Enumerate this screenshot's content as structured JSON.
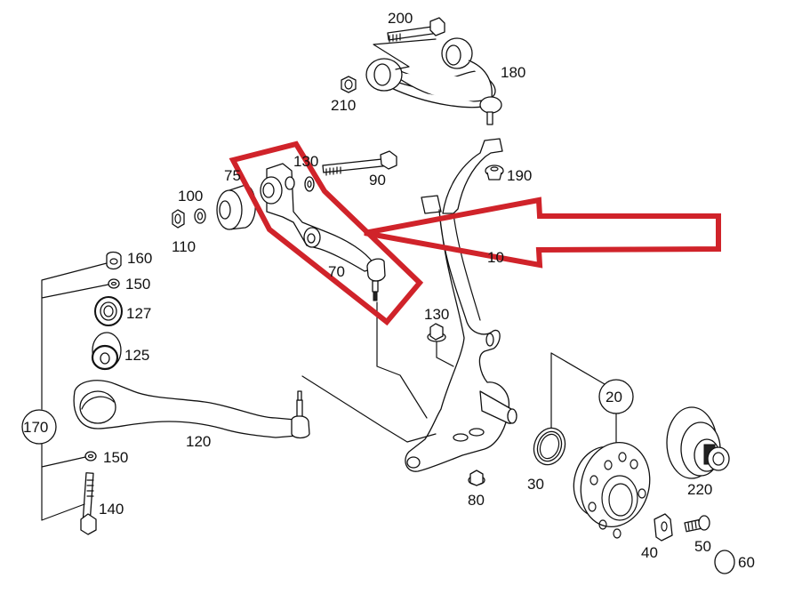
{
  "diagram": {
    "title": "Front suspension exploded parts diagram",
    "highlight_color": "#d0232a",
    "line_color": "#111111",
    "highlighted_part": "70",
    "parts": {
      "p10": "10",
      "p20": "20",
      "p30": "30",
      "p40": "40",
      "p50": "50",
      "p60": "60",
      "p70": "70",
      "p75": "75",
      "p80": "80",
      "p90": "90",
      "p100": "100",
      "p110": "110",
      "p120": "120",
      "p125": "125",
      "p127": "127",
      "p130_upper": "130",
      "p130_lower": "130",
      "p140": "140",
      "p150_upper": "150",
      "p150_lower": "150",
      "p160": "160",
      "p170": "170",
      "p180": "180",
      "p190": "190",
      "p200": "200",
      "p210": "210",
      "p220": "220"
    }
  }
}
